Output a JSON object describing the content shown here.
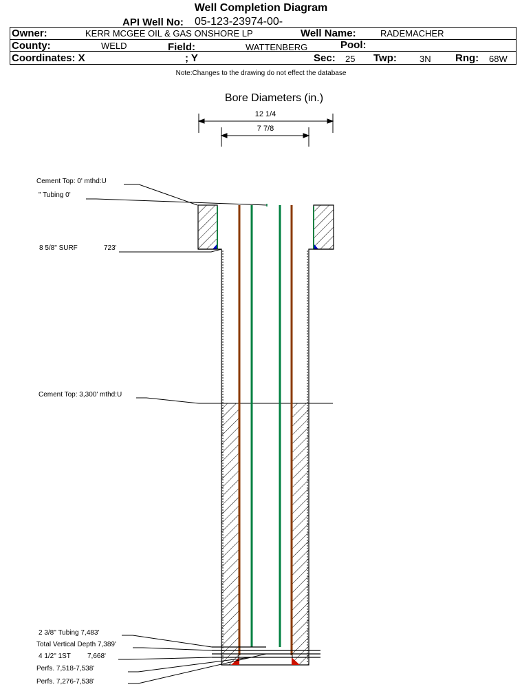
{
  "header": {
    "title": "Well Completion Diagram",
    "api_label": "API Well No:",
    "api_value": "05-123-23974-00-",
    "owner_label": "Owner:",
    "owner_value": "KERR MCGEE OIL & GAS ONSHORE LP",
    "well_name_label": "Well Name:",
    "well_name_value": "RADEMACHER",
    "county_label": "County:",
    "county_value": "WELD",
    "field_label": "Field:",
    "field_value": "WATTENBERG",
    "pool_label": "Pool:",
    "coord_label": "Coordinates: X",
    "coord_y_label": "; Y",
    "sec_label": "Sec:",
    "sec_value": "25",
    "twp_label": "Twp:",
    "twp_value": "3N",
    "rng_label": "Rng:",
    "rng_value": "68W"
  },
  "note": "Note:Changes to the drawing do not effect the database",
  "bore": {
    "title": "Bore Diameters (in.)",
    "dim_outer": "12 1/4",
    "dim_inner": "7 7/8"
  },
  "callouts": {
    "cement_top_surface": "Cement Top: 0' mthd:U",
    "tubing_top": "\" Tubing 0'",
    "surface_casing_label": "8 5/8\" SURF",
    "surface_casing_depth": "723'",
    "cement_top_prod": "Cement Top: 3,300' mthd:U",
    "tubing_bottom": "2 3/8\" Tubing 7,483'",
    "tvd": "Total Vertical Depth 7,389'",
    "prod_casing_label": "4 1/2\" 1ST",
    "prod_casing_depth": "7,668'",
    "perfs_1": "Perfs. 7,518-7,538'",
    "perfs_2": "Perfs. 7,276-7,538'"
  },
  "colors": {
    "casing": "#8b3a00",
    "tubing": "#008040",
    "cement_wedge": "#0000cc",
    "perf_wedge": "#cc1100"
  }
}
